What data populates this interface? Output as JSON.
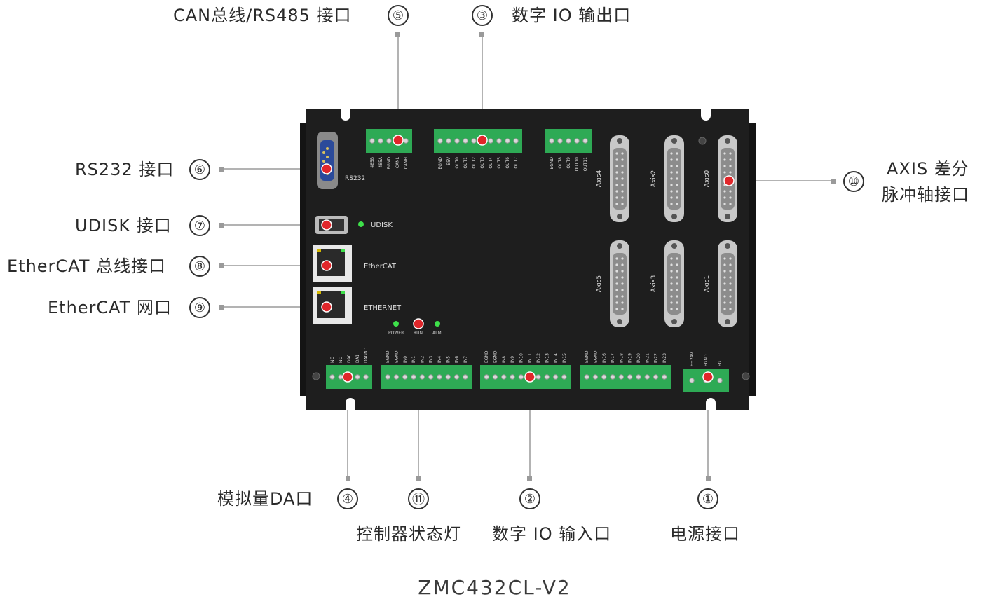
{
  "labels": {
    "can_rs485": "CAN总线/RS485 接口",
    "digital_out": "数字 IO 输出口",
    "rs232": "RS232 接口",
    "udisk": "UDISK 接口",
    "ethercat_bus": "EtherCAT 总线接口",
    "ethercat_net": "EtherCAT 网口",
    "axis_line1": "AXIS 差分",
    "axis_line2": "脉冲轴接口",
    "analog_da": "模拟量DA口",
    "status_led": "控制器状态灯",
    "digital_in": "数字 IO 输入口",
    "power": "电源接口"
  },
  "numbers": {
    "n1": "①",
    "n2": "②",
    "n3": "③",
    "n4": "④",
    "n5": "⑤",
    "n6": "⑥",
    "n7": "⑦",
    "n8": "⑧",
    "n9": "⑨",
    "n10": "⑩",
    "n11": "⑪"
  },
  "model": "ZMC432CL-V2",
  "device": {
    "rs232": "RS232",
    "udisk": "UDISK",
    "ethercat": "EtherCAT",
    "ethernet": "ETHERNET",
    "axes": [
      "Axis4",
      "Axis2",
      "Axis0",
      "Axis5",
      "Axis3",
      "Axis1"
    ],
    "led_labels": [
      "POWER",
      "RUN",
      "ALM"
    ],
    "can_pins": [
      "485B",
      "485A",
      "EGND",
      "CANL",
      "CANH"
    ],
    "out_pins": [
      "EGND",
      "E5V",
      "OUT0",
      "OUT1",
      "OUT2",
      "OUT3",
      "OUT4",
      "OUT5",
      "OUT6",
      "OUT7"
    ],
    "out2_pins": [
      "EGND",
      "OUT8",
      "OUT9",
      "OUT10",
      "OUT11"
    ],
    "da_pins": [
      "NC",
      "NC",
      "DA0",
      "DA1",
      "DAGND"
    ],
    "in1_pins": [
      "EGND",
      "EGND",
      "IN0",
      "IN1",
      "IN2",
      "IN3",
      "IN4",
      "IN5",
      "IN6",
      "IN7"
    ],
    "in2_pins": [
      "EGND",
      "EGND",
      "IN8",
      "IN9",
      "IN10",
      "IN11",
      "IN12",
      "IN13",
      "IN14",
      "IN15"
    ],
    "in3_pins": [
      "EGND",
      "EGND",
      "IN16",
      "IN17",
      "IN18",
      "IN19",
      "IN20",
      "IN21",
      "IN22",
      "IN23"
    ],
    "pwr_pins": [
      "E+24V",
      "EGND",
      "FG"
    ]
  },
  "colors": {
    "case": "#1c1c1c",
    "terminal": "#2eaa55",
    "marker": "#e0262a",
    "leader": "#9a9a9a",
    "led": "#3ee04a"
  }
}
